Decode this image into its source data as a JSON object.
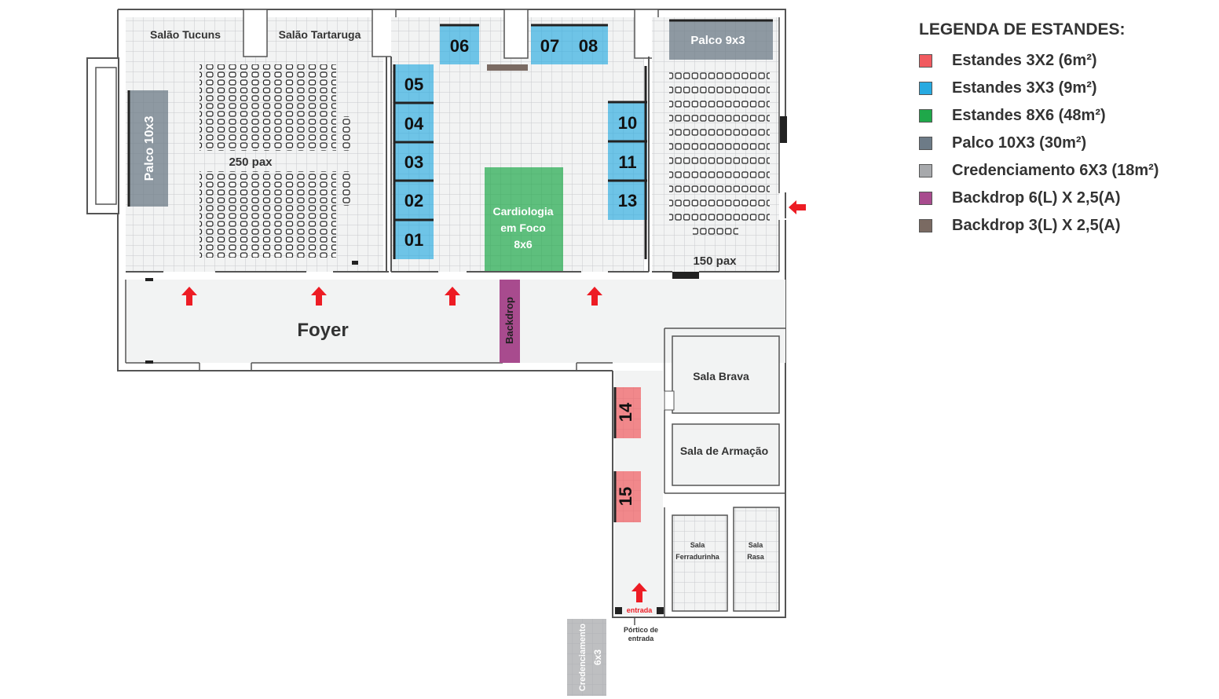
{
  "colors": {
    "stand_3x2": "#f15a5f",
    "stand_3x3": "#27aae1",
    "stand_8x6": "#1fa84a",
    "stage": "#6d7b87",
    "credenciamento": "#a7a9ac",
    "backdrop_6": "#a84b8e",
    "backdrop_3": "#7a6a62",
    "arrow": "#ed1c24",
    "wall": "#555555",
    "grid": "#c8cacc"
  },
  "rooms": {
    "salao_tucuns": "Salão Tucuns",
    "salao_tartaruga": "Salão Tartaruga",
    "pax_250": "250 pax",
    "pax_150": "150 pax",
    "foyer": "Foyer",
    "sala_brava": "Sala Brava",
    "sala_armacao": "Sala de Armação",
    "sala_ferradurinha_1": "Sala",
    "sala_ferradurinha_2": "Ferradurinha",
    "sala_rasa_1": "Sala",
    "sala_rasa_2": "Rasa",
    "entrada": "entrada",
    "portico_1": "Pórtico de",
    "portico_2": "entrada"
  },
  "stages": {
    "palco_10x3": "Palco 10x3",
    "palco_9x3": "Palco 9x3",
    "credenciamento": "Credenciamento",
    "credenciamento_size": "6x3",
    "backdrop": "Backdrop",
    "cardio_1": "Cardiologia",
    "cardio_2": "em Foco",
    "cardio_3": "8x6"
  },
  "booths": {
    "b01": "01",
    "b02": "02",
    "b03": "03",
    "b04": "04",
    "b05": "05",
    "b06": "06",
    "b07": "07",
    "b08": "08",
    "b10": "10",
    "b11": "11",
    "b13": "13",
    "b14": "14",
    "b15": "15"
  },
  "legend": {
    "title": "LEGENDA DE ESTANDES:",
    "items": [
      {
        "label": "Estandes 3X2 (6m²)",
        "color": "#f15a5f"
      },
      {
        "label": "Estandes 3X3 (9m²)",
        "color": "#27aae1"
      },
      {
        "label": "Estandes 8X6 (48m²)",
        "color": "#1fa84a"
      },
      {
        "label": "Palco 10X3 (30m²)",
        "color": "#6d7b87"
      },
      {
        "label": "Credenciamento 6X3 (18m²)",
        "color": "#a7a9ac"
      },
      {
        "label": "Backdrop 6(L) X 2,5(A)",
        "color": "#a84b8e"
      },
      {
        "label": "Backdrop 3(L) X 2,5(A)",
        "color": "#7a6a62"
      }
    ]
  }
}
